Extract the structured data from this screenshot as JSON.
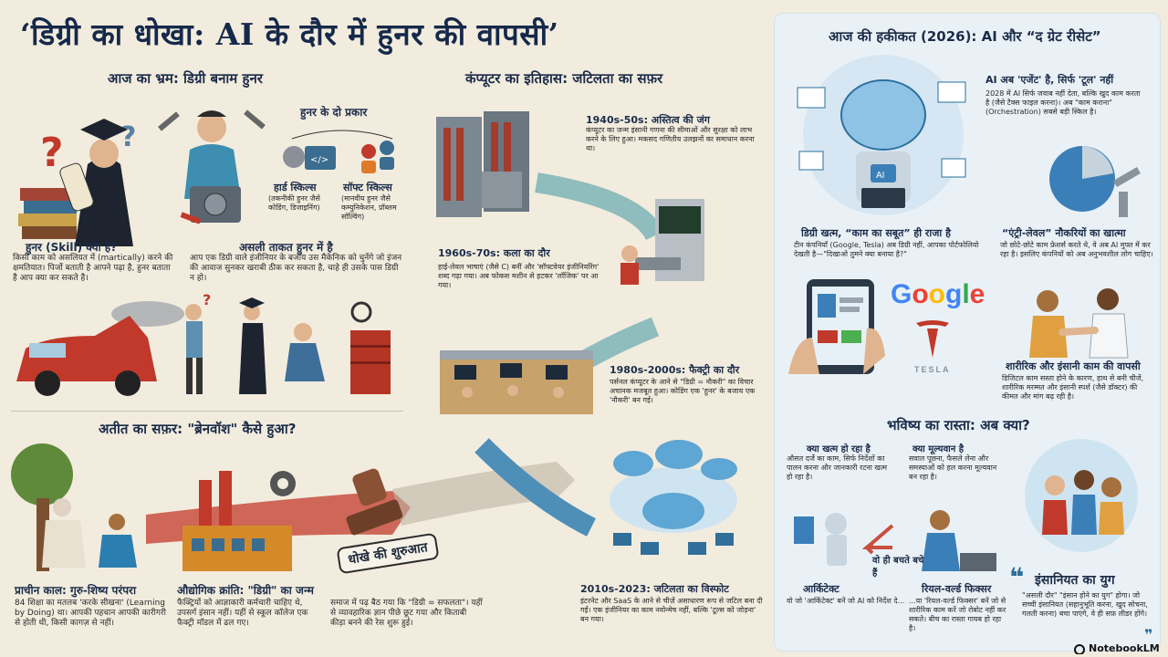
{
  "title": "‘डिग्री का धोखा: AI के दौर में हुनर की वापसी’",
  "left": {
    "heading": "आज का भ्रम: डिग्री बनाम हुनर",
    "types_title": "हुनर के दो प्रकार",
    "hard_title": "हार्ड स्किल्स",
    "hard_body": "(तकनीकी हुनर जैसे कोडिंग, डिजाइनिंग)",
    "soft_title": "सॉफ्ट स्किल्स",
    "soft_body": "(मानवीय हुनर जैसे कम्युनिकेशन, प्रॉब्लम सॉल्विंग)",
    "skill_title": "हुनर (Skill) क्या है?",
    "skill_body": "किसी काम को असलियत में (martically) करने की क्षमतियात। पिर्जो बताती है आपने पढ़ा है, हुनर बताता है आप क्या कर सकते है।",
    "power_title": "असली ताकत हुनर में है",
    "power_body": "आप एक डिग्री वाले इंजीनियर के बजाय उस मैकेनिक को चुनेंगे जो इंजन की आवाज सुनकर खराबी ठीक कर सकता है, चाहे ही उसके पास डिग्री न हो।",
    "history_heading": "अतीत का सफ़र: \"ब्रेनवॉश\" कैसे हुआ?",
    "ancient_title": "प्राचीन काल: गुरु-शिष्य परंपरा",
    "ancient_body": "84 शिक्षा का मतलब 'करके सीखना' (Learning by Doing) था। आपकी पहचान आपकी कारीगरी से होती थी, किसी कागज़ से नहीं।",
    "industrial_title": "औद्योगिक क्रांति: \"डिग्री\" का जन्म",
    "industrial_body": "फैक्ट्रियों को आज्ञाकारी कर्मचारी चाहिए थे, उपसर्ग इंसान नहीं। यहीं से स्कूल कॉलेज एक फैक्ट्री मॉडल में ढल गए।",
    "stamp_label": "धोखे की शुरुआत",
    "deception_body": "समाज में पढ़ बैठ गया कि \"डिग्री = सफलता\"। यहीं से व्यावहारिक ज्ञान पीछे छूट गया और किताबी कीड़ा बनने की रेस शुरू हुई।"
  },
  "middle": {
    "heading": "कंप्यूटर का इतिहास: जटिलता का सफ़र",
    "era1_title": "1940s-50s: अस्तित्व की जंग",
    "era1_body": "कंप्यूटर का जन्म इंसानी गणना की सीमाओं और सुरक्षा को लाभ करने के लिए हुआ। मकसद गणितीय उलझनों का समाधान करना था।",
    "era2_title": "1960s-70s: कला का दौर",
    "era2_body": "हाई-लेवल भाषाएं (जैसे C) बनीं और 'सॉफ्टवेयर इंजीनियरिंग' शब्द गढ़ा गया। अब फोकस मशीन से हटकर 'लॉजिक' पर आ गया।",
    "era3_title": "1980s-2000s: फैक्ट्री का दौर",
    "era3_body": "पर्सनल कंप्यूटर के आने से \"डिग्री = नौकरी\" का विचार अचानक मजबूत हुआ। कोडिंग एक 'हुनर' के बजाय एक 'नौकरी' बन गई।",
    "era4_title": "2010s-2023: जटिलता का विस्फोट",
    "era4_body": "इंटरनेट और SaaS के आने से चीज़ें असाधारण रूप से जटिल बना दी गईं। एक इंजीनियर का काम नवोन्मेष नहीं, बल्कि 'टूल्स को जोड़ना' बन गया।"
  },
  "right": {
    "heading": "आज की हकीकत (2026): AI और “द ग्रेट रीसेट”",
    "agent_title": "AI अब 'एजेंट' है, सिर्फ 'टूल' नहीं",
    "agent_body": "2028 में AI सिर्फ जवाब नहीं देता, बल्कि खुद काम करता है (जैसे टैक्स फाइल करना)। अब \"काम कराना\" (Orchestration) सबसे बड़ी स्किल है।",
    "entry_title": "“एंट्री-लेवल” नौकरियों का खात्मा",
    "entry_body": "जो छोटे-छोटे काम फ्रेशर्स करते थे, वे अब AI मुफ्त में कर रहा है। इसलिए कंपनियों को अब अनुभवशील लोग चाहिए।",
    "proof_title": "डिग्री खत्म, “काम का सबूत” ही राजा है",
    "proof_body": "टीन कंपनियाँ (Google, Tesla) अब डिग्री नहीं, आपका पोर्टफोलियो देखती है—\"दिखाओ तुमने क्या बनाया है?\"",
    "google": "Google",
    "tesla": "TESLA",
    "physical_title": "शारीरिक और इंसानी काम की वापसी",
    "physical_body": "डिजिटल काम सस्ता होने के कारण, हाथ से बनी चीजें, शारीरिक मरम्मत और इंसानी स्पर्श (जैसे डॉक्टर) की कीमत और मांग बढ़ रही है।",
    "future_heading": "भविष्य का रास्ता: अब क्या?",
    "ending_title": "क्या खत्म हो रहा है",
    "ending_body": "औसत दर्जे का काम, सिर्फ निर्देशों का पालन करना और जानकारी रटना खत्म हो रहा है।",
    "valuable_title": "क्या मूल्यवान है",
    "valuable_body": "सवाल पूछना, फैसले लेना और समस्याओं को हल करना मूल्यवान बन रहा है।",
    "survivors_label": "वो ही बचते बचे हैं",
    "architect_title": "आर्किटेक्ट",
    "architect_body": "वो जो 'आर्किटेक्ट' बनें जो AI को निर्देश दे...",
    "fixer_title": "रियल-वर्ल्ड फिक्सर",
    "fixer_body": "...या 'रियल-वर्ल्ड फिक्सर' बनें जो से शारीरिक काम करें जो रोबोट नहीं कर सकते। बीच का रास्ता गायब हो रहा है।",
    "human_title": "इंसानियत का युग",
    "human_body": "\"असली दौर\" \"इंसान होने का युग\" होगा। जो सच्ची इंसानियत (सहानुभूति करना, खुद सोचना, गलती करना) बचा पाएंगे, वे ही सफ़ लीडर होंगे।",
    "notebooklm": "NotebookLM"
  },
  "colors": {
    "accent": "#2f7fb5",
    "brick": "#b9412f",
    "teal": "#5fa7a5",
    "navy": "#15294a"
  }
}
